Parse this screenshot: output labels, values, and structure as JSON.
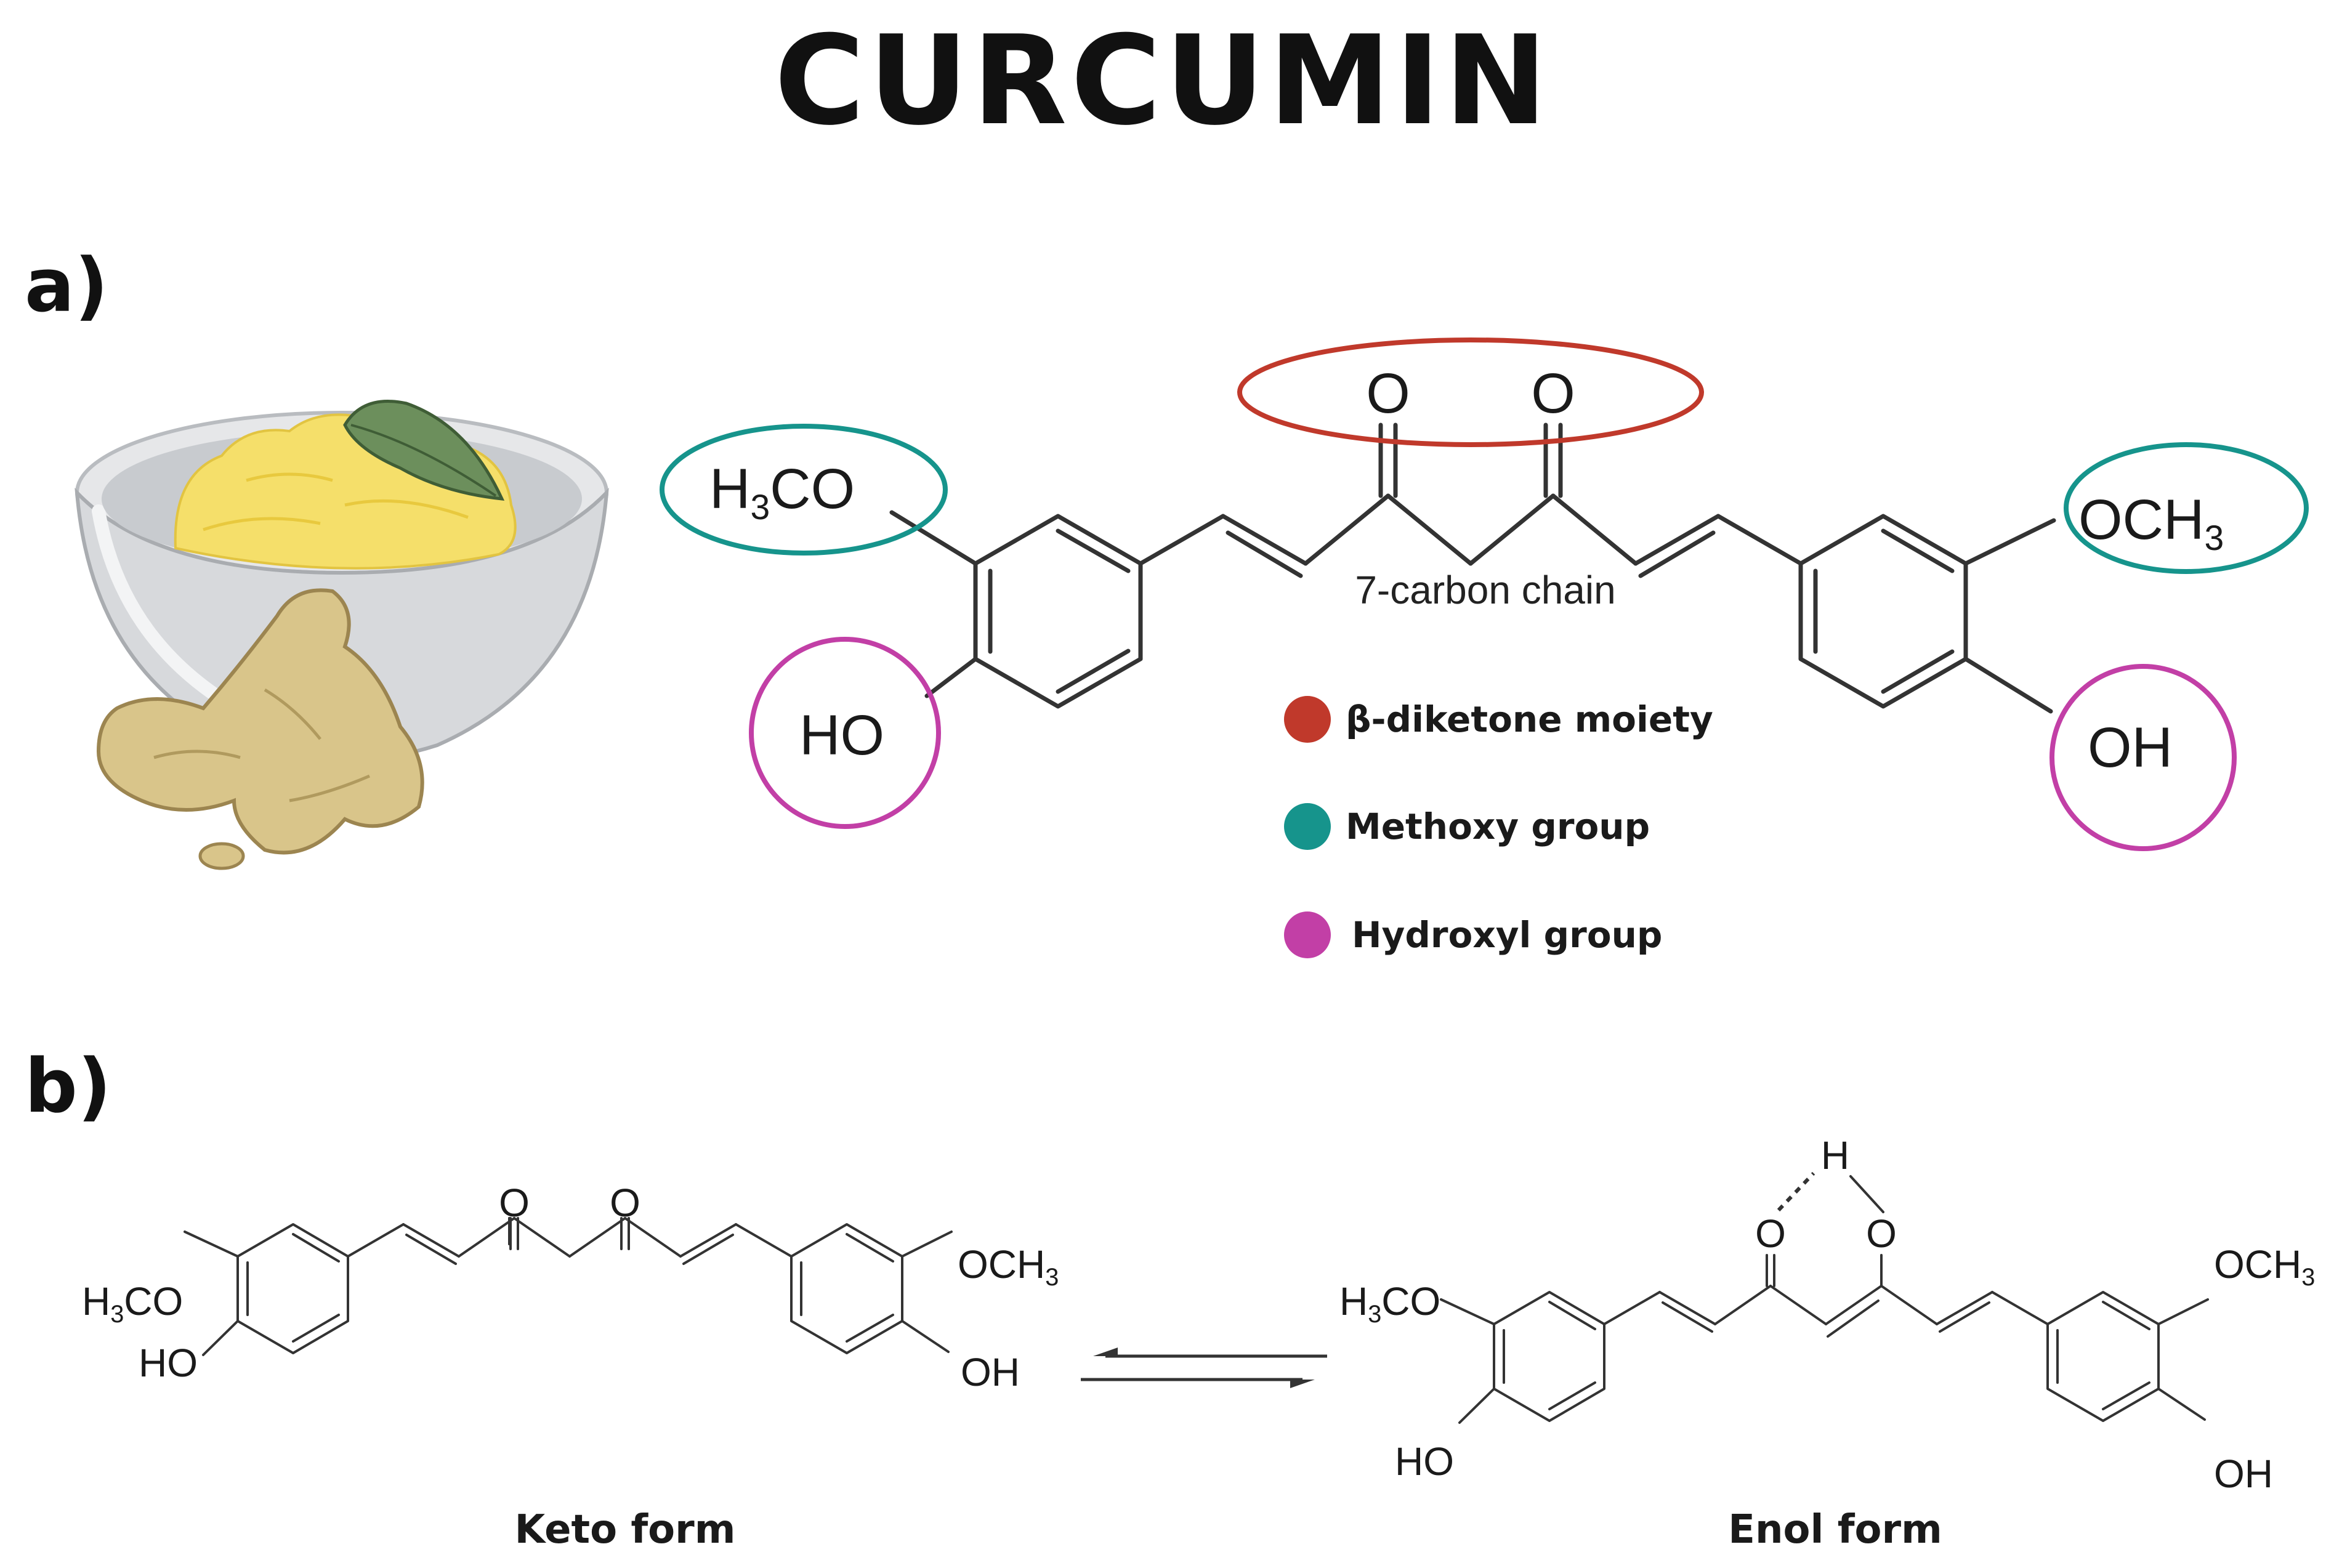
{
  "title": "CURCUMIN",
  "panels": {
    "a": "a)",
    "b": "b)"
  },
  "panel_a": {
    "labels": {
      "h3co_main": "H",
      "h3co_sub": "3",
      "h3co_tail": "CO",
      "ho": "HO",
      "och3_head": "OCH",
      "och3_sub": "3",
      "oh": "OH",
      "o_left": "O",
      "o_right": "O",
      "chain": "7-carbon chain"
    },
    "legend": [
      {
        "label": "β-diketone moiety",
        "color": "#c0392b"
      },
      {
        "label": "Methoxy group",
        "color": "#16948c"
      },
      {
        "label": "Hydroxyl group",
        "color": "#c23fa6"
      }
    ],
    "highlight_colors": {
      "diketone": "#c0392b",
      "methoxy": "#16948c",
      "hydroxyl": "#c23fa6"
    },
    "illustration": {
      "bowl_icon": "bowl-of-turmeric-powder",
      "root_icon": "turmeric-root",
      "leaf_icon": "leaf"
    }
  },
  "panel_b": {
    "keto": {
      "caption": "Keto form",
      "labels": {
        "h3co_main": "H",
        "h3co_sub": "3",
        "h3co_tail": "CO",
        "ho": "HO",
        "och3_head": "OCH",
        "och3_sub": "3",
        "oh": "OH",
        "o_left": "O",
        "o_right": "O"
      }
    },
    "enol": {
      "caption": "Enol form",
      "labels": {
        "h3co_main": "H",
        "h3co_sub": "3",
        "h3co_tail": "CO",
        "ho": "HO",
        "och3_head": "OCH",
        "och3_sub": "3",
        "oh": "OH",
        "o_left": "O",
        "o_right": "O",
        "h": "H"
      }
    },
    "equilibrium_icon": "equilibrium-arrows"
  }
}
